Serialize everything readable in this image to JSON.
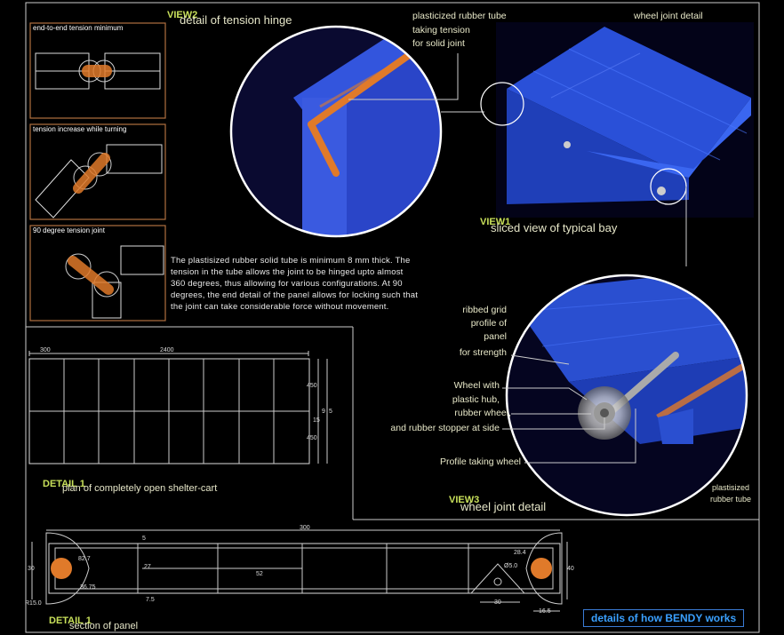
{
  "view2": {
    "tag": "VIEW2",
    "title": "detail of tension hinge"
  },
  "view1": {
    "tag": "VIEW1",
    "title": "sliced view of typical bay"
  },
  "view3": {
    "tag": "VIEW3",
    "title": "wheel joint detail"
  },
  "detail1_plan": {
    "tag": "DETAIL 1",
    "title": "plan of completely open shelter-cart"
  },
  "detail1_section": {
    "tag": "DETAIL 1",
    "title": "section of panel"
  },
  "boxes": [
    {
      "caption": "end-to-end tension minimum"
    },
    {
      "caption": "tension increase while turning"
    },
    {
      "caption": "90 degree tension joint"
    }
  ],
  "labels": {
    "rubber_tube": "plasticized rubber tube",
    "taking_tension": "taking tension",
    "solid_joint": "for solid joint",
    "wheel_joint_detail": "wheel joint detail",
    "ribbed_1": "ribbed grid",
    "ribbed_2": "profile of",
    "ribbed_3": "panel",
    "ribbed_4": "for strength",
    "wheel_1": "Wheel with",
    "wheel_2": "plastic hub,",
    "wheel_3": "rubber wheel,",
    "wheel_4": "and rubber stopper at side",
    "profile_wheel": "Profile taking wheel",
    "plast_rubber_1": "plastisized",
    "plast_rubber_2": "rubber tube"
  },
  "paragraph": "The plastisized rubber solid tube is minimum 8 mm thick. The tension in the tube allows the joint to be hinged upto almost 360 degrees, thus allowing for various configurations. At 90 degrees, the end detail of the panel allows for locking such that the joint can take considerable force without movement.",
  "plan_dims": {
    "total": "2400",
    "module": "300",
    "d450a": "450",
    "d450b": "450",
    "d15": "15",
    "d9": "9",
    "d5": "5"
  },
  "section_dims": {
    "total": "300",
    "d5a": "5",
    "d27": "27",
    "d52": "52",
    "d82": "82.7",
    "d36": "36.75",
    "d7": "7.5",
    "d30": "30",
    "d15": "R15.0",
    "d284": "28.4",
    "d50": "Ø5.0",
    "d40": "40",
    "d165": "16.5",
    "d30b": "30"
  },
  "badge": "details of how BENDY works",
  "colors": {
    "accent": "#c8e05a",
    "panel_blue": "#2a4fd0",
    "tube_orange": "#e07a2a",
    "line": "#d8d8d8"
  }
}
